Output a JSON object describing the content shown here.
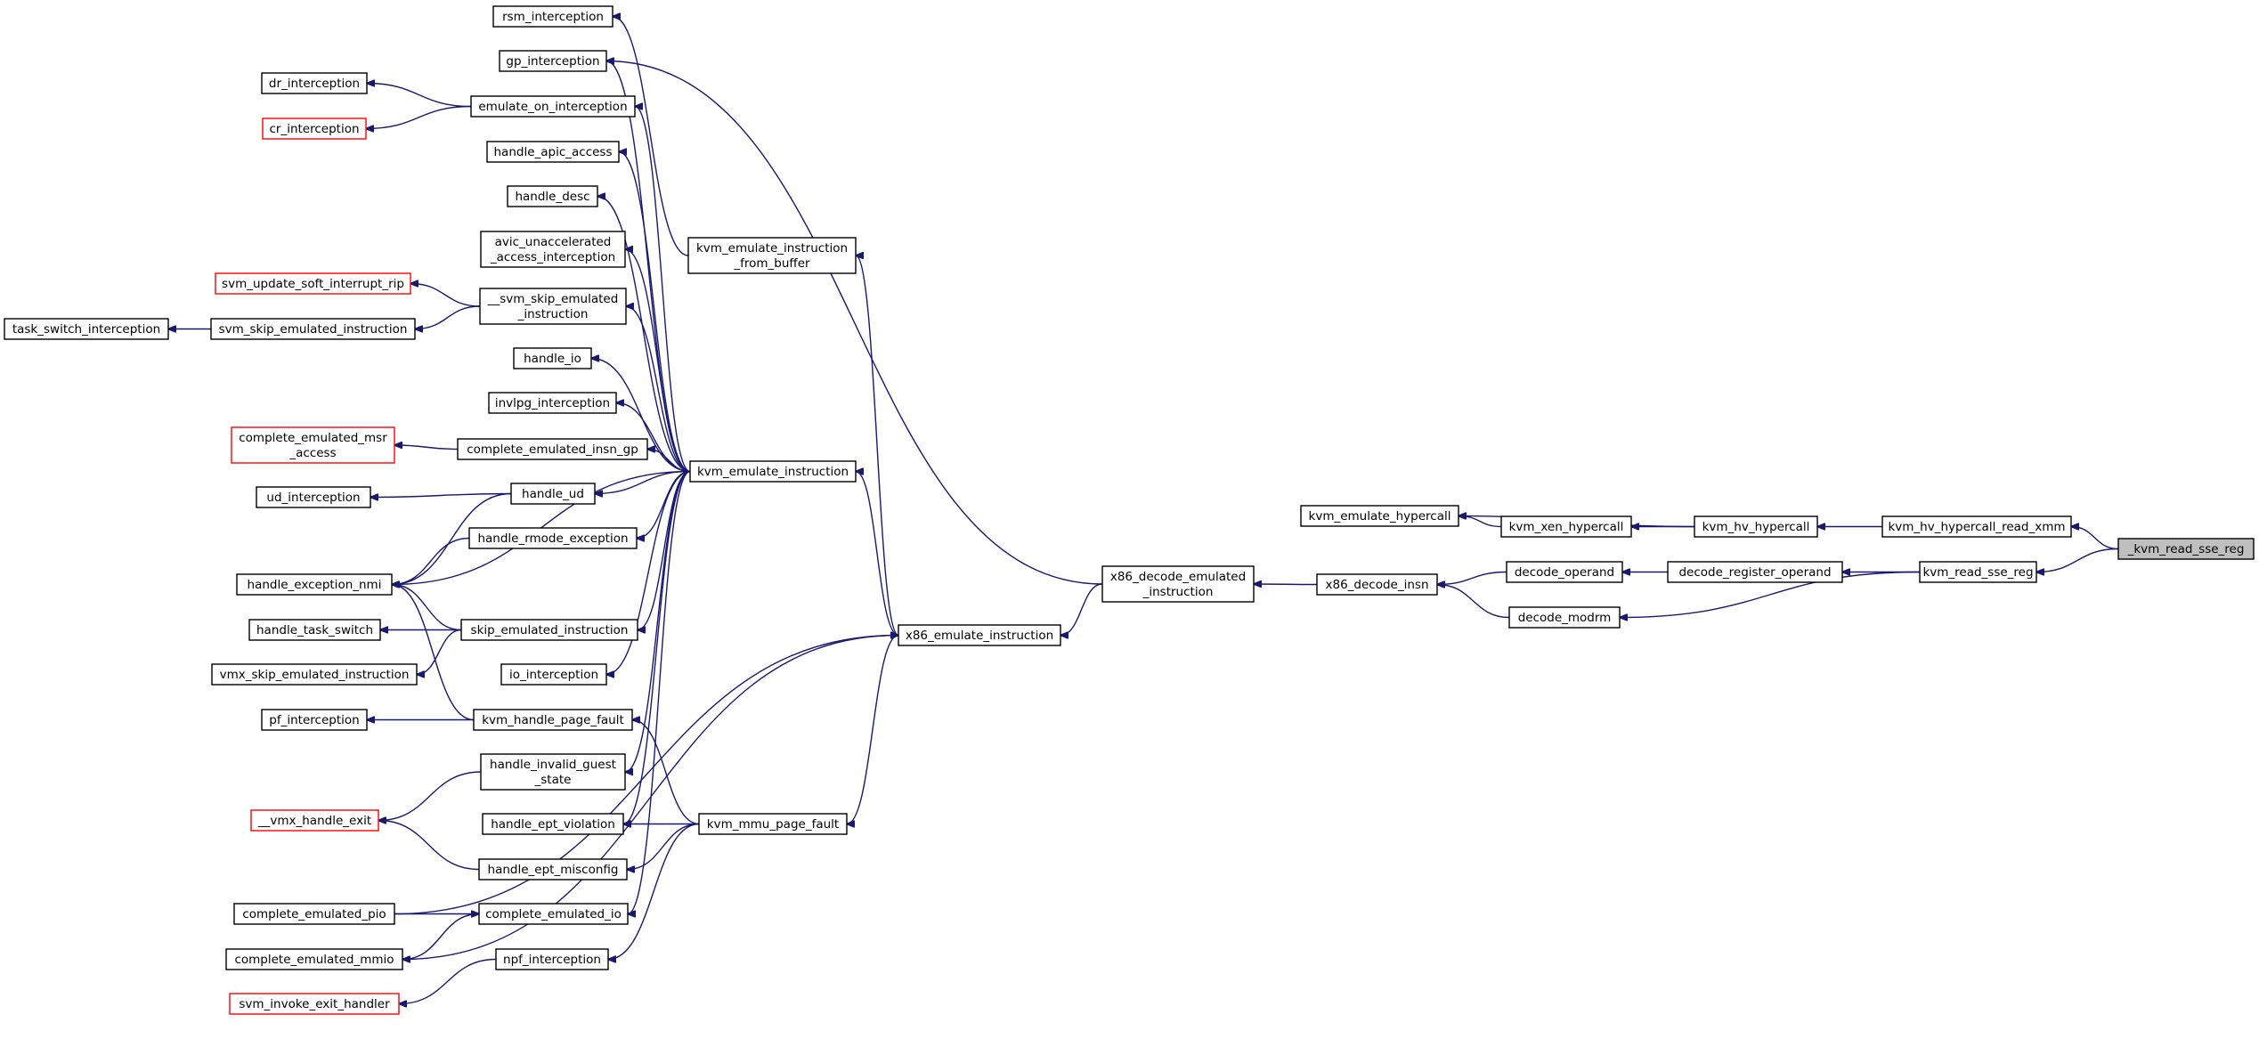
{
  "diagram": {
    "title": "",
    "edge_color": "#191970",
    "root_fill": "#bfbfbf",
    "red_border": "#ff0000",
    "nodes": [
      {
        "id": "kvm_read_sse_reg_root",
        "lines": [
          "_kvm_read_sse_reg"
        ],
        "style": "root"
      },
      {
        "id": "kvm_hv_hypercall_read_xmm",
        "lines": [
          "kvm_hv_hypercall_read_xmm"
        ],
        "style": "normal"
      },
      {
        "id": "kvm_read_sse_reg",
        "lines": [
          "kvm_read_sse_reg"
        ],
        "style": "normal"
      },
      {
        "id": "kvm_hv_hypercall",
        "lines": [
          "kvm_hv_hypercall"
        ],
        "style": "normal"
      },
      {
        "id": "kvm_xen_hypercall",
        "lines": [
          "kvm_xen_hypercall"
        ],
        "style": "normal"
      },
      {
        "id": "kvm_emulate_hypercall",
        "lines": [
          "kvm_emulate_hypercall"
        ],
        "style": "normal"
      },
      {
        "id": "decode_register_operand",
        "lines": [
          "decode_register_operand"
        ],
        "style": "normal"
      },
      {
        "id": "decode_operand",
        "lines": [
          "decode_operand"
        ],
        "style": "normal"
      },
      {
        "id": "decode_modrm",
        "lines": [
          "decode_modrm"
        ],
        "style": "normal"
      },
      {
        "id": "x86_decode_insn",
        "lines": [
          "x86_decode_insn"
        ],
        "style": "normal"
      },
      {
        "id": "x86_decode_emulated_instruction",
        "lines": [
          "x86_decode_emulated",
          "_instruction"
        ],
        "style": "normal"
      },
      {
        "id": "x86_emulate_instruction",
        "lines": [
          "x86_emulate_instruction"
        ],
        "style": "normal"
      },
      {
        "id": "kvm_emulate_instruction_from_buffer",
        "lines": [
          "kvm_emulate_instruction",
          "_from_buffer"
        ],
        "style": "normal"
      },
      {
        "id": "kvm_emulate_instruction",
        "lines": [
          "kvm_emulate_instruction"
        ],
        "style": "normal"
      },
      {
        "id": "kvm_mmu_page_fault",
        "lines": [
          "kvm_mmu_page_fault"
        ],
        "style": "normal"
      },
      {
        "id": "rsm_interception",
        "lines": [
          "rsm_interception"
        ],
        "style": "normal"
      },
      {
        "id": "gp_interception",
        "lines": [
          "gp_interception"
        ],
        "style": "normal"
      },
      {
        "id": "emulate_on_interception",
        "lines": [
          "emulate_on_interception"
        ],
        "style": "normal"
      },
      {
        "id": "dr_interception",
        "lines": [
          "dr_interception"
        ],
        "style": "normal"
      },
      {
        "id": "cr_interception",
        "lines": [
          "cr_interception"
        ],
        "style": "red"
      },
      {
        "id": "handle_apic_access",
        "lines": [
          "handle_apic_access"
        ],
        "style": "normal"
      },
      {
        "id": "handle_desc",
        "lines": [
          "handle_desc"
        ],
        "style": "normal"
      },
      {
        "id": "avic_unaccelerated_access_interception",
        "lines": [
          "avic_unaccelerated",
          "_access_interception"
        ],
        "style": "normal"
      },
      {
        "id": "svm_skip_emulated_instruction_internal",
        "lines": [
          "__svm_skip_emulated",
          "_instruction"
        ],
        "style": "normal"
      },
      {
        "id": "svm_update_soft_interrupt_rip",
        "lines": [
          "svm_update_soft_interrupt_rip"
        ],
        "style": "red"
      },
      {
        "id": "svm_skip_emulated_instruction",
        "lines": [
          "svm_skip_emulated_instruction"
        ],
        "style": "normal"
      },
      {
        "id": "task_switch_interception",
        "lines": [
          "task_switch_interception"
        ],
        "style": "normal"
      },
      {
        "id": "handle_io",
        "lines": [
          "handle_io"
        ],
        "style": "normal"
      },
      {
        "id": "invlpg_interception",
        "lines": [
          "invlpg_interception"
        ],
        "style": "normal"
      },
      {
        "id": "complete_emulated_msr_access",
        "lines": [
          "complete_emulated_msr",
          "_access"
        ],
        "style": "red"
      },
      {
        "id": "complete_emulated_insn_gp",
        "lines": [
          "complete_emulated_insn_gp"
        ],
        "style": "normal"
      },
      {
        "id": "ud_interception",
        "lines": [
          "ud_interception"
        ],
        "style": "normal"
      },
      {
        "id": "handle_ud",
        "lines": [
          "handle_ud"
        ],
        "style": "normal"
      },
      {
        "id": "handle_rmode_exception",
        "lines": [
          "handle_rmode_exception"
        ],
        "style": "normal"
      },
      {
        "id": "handle_exception_nmi",
        "lines": [
          "handle_exception_nmi"
        ],
        "style": "normal"
      },
      {
        "id": "handle_task_switch",
        "lines": [
          "handle_task_switch"
        ],
        "style": "normal"
      },
      {
        "id": "skip_emulated_instruction",
        "lines": [
          "skip_emulated_instruction"
        ],
        "style": "normal"
      },
      {
        "id": "vmx_skip_emulated_instruction",
        "lines": [
          "vmx_skip_emulated_instruction"
        ],
        "style": "normal"
      },
      {
        "id": "io_interception",
        "lines": [
          "io_interception"
        ],
        "style": "normal"
      },
      {
        "id": "pf_interception",
        "lines": [
          "pf_interception"
        ],
        "style": "normal"
      },
      {
        "id": "kvm_handle_page_fault",
        "lines": [
          "kvm_handle_page_fault"
        ],
        "style": "normal"
      },
      {
        "id": "handle_invalid_guest_state",
        "lines": [
          "handle_invalid_guest",
          "_state"
        ],
        "style": "normal"
      },
      {
        "id": "vmx_handle_exit",
        "lines": [
          "__vmx_handle_exit"
        ],
        "style": "red"
      },
      {
        "id": "handle_ept_violation",
        "lines": [
          "handle_ept_violation"
        ],
        "style": "normal"
      },
      {
        "id": "handle_ept_misconfig",
        "lines": [
          "handle_ept_misconfig"
        ],
        "style": "normal"
      },
      {
        "id": "complete_emulated_pio",
        "lines": [
          "complete_emulated_pio"
        ],
        "style": "normal"
      },
      {
        "id": "complete_emulated_io",
        "lines": [
          "complete_emulated_io"
        ],
        "style": "normal"
      },
      {
        "id": "complete_emulated_mmio",
        "lines": [
          "complete_emulated_mmio"
        ],
        "style": "normal"
      },
      {
        "id": "npf_interception",
        "lines": [
          "npf_interception"
        ],
        "style": "normal"
      },
      {
        "id": "svm_invoke_exit_handler",
        "lines": [
          "svm_invoke_exit_handler"
        ],
        "style": "red"
      }
    ],
    "edges": [
      [
        "kvm_hv_hypercall_read_xmm",
        "kvm_read_sse_reg_root"
      ],
      [
        "kvm_read_sse_reg",
        "kvm_read_sse_reg_root"
      ],
      [
        "kvm_hv_hypercall",
        "kvm_hv_hypercall_read_xmm"
      ],
      [
        "kvm_xen_hypercall",
        "kvm_hv_hypercall"
      ],
      [
        "kvm_emulate_hypercall",
        "kvm_hv_hypercall"
      ],
      [
        "kvm_emulate_hypercall",
        "kvm_xen_hypercall"
      ],
      [
        "decode_register_operand",
        "kvm_read_sse_reg"
      ],
      [
        "decode_modrm",
        "kvm_read_sse_reg"
      ],
      [
        "decode_operand",
        "decode_register_operand"
      ],
      [
        "x86_decode_insn",
        "decode_operand"
      ],
      [
        "x86_decode_insn",
        "decode_modrm"
      ],
      [
        "x86_decode_emulated_instruction",
        "x86_decode_insn"
      ],
      [
        "x86_emulate_instruction",
        "x86_decode_emulated_instruction"
      ],
      [
        "gp_interception",
        "x86_decode_emulated_instruction"
      ],
      [
        "kvm_emulate_instruction_from_buffer",
        "x86_emulate_instruction"
      ],
      [
        "kvm_emulate_instruction",
        "x86_emulate_instruction"
      ],
      [
        "kvm_mmu_page_fault",
        "x86_emulate_instruction"
      ],
      [
        "rsm_interception",
        "kvm_emulate_instruction_from_buffer"
      ],
      [
        "gp_interception",
        "kvm_emulate_instruction"
      ],
      [
        "emulate_on_interception",
        "kvm_emulate_instruction"
      ],
      [
        "handle_apic_access",
        "kvm_emulate_instruction"
      ],
      [
        "handle_desc",
        "kvm_emulate_instruction"
      ],
      [
        "avic_unaccelerated_access_interception",
        "kvm_emulate_instruction"
      ],
      [
        "svm_skip_emulated_instruction_internal",
        "kvm_emulate_instruction"
      ],
      [
        "handle_io",
        "kvm_emulate_instruction"
      ],
      [
        "invlpg_interception",
        "kvm_emulate_instruction"
      ],
      [
        "complete_emulated_insn_gp",
        "kvm_emulate_instruction"
      ],
      [
        "handle_ud",
        "kvm_emulate_instruction"
      ],
      [
        "handle_rmode_exception",
        "kvm_emulate_instruction"
      ],
      [
        "handle_exception_nmi",
        "kvm_emulate_instruction"
      ],
      [
        "skip_emulated_instruction",
        "kvm_emulate_instruction"
      ],
      [
        "io_interception",
        "kvm_emulate_instruction"
      ],
      [
        "handle_invalid_guest_state",
        "kvm_emulate_instruction"
      ],
      [
        "handle_ept_violation",
        "kvm_emulate_instruction"
      ],
      [
        "complete_emulated_io",
        "kvm_emulate_instruction"
      ],
      [
        "dr_interception",
        "emulate_on_interception"
      ],
      [
        "cr_interception",
        "emulate_on_interception"
      ],
      [
        "svm_update_soft_interrupt_rip",
        "svm_skip_emulated_instruction_internal"
      ],
      [
        "svm_skip_emulated_instruction",
        "svm_skip_emulated_instruction_internal"
      ],
      [
        "task_switch_interception",
        "svm_skip_emulated_instruction"
      ],
      [
        "complete_emulated_msr_access",
        "complete_emulated_insn_gp"
      ],
      [
        "ud_interception",
        "handle_ud"
      ],
      [
        "handle_exception_nmi",
        "handle_ud"
      ],
      [
        "handle_exception_nmi",
        "handle_rmode_exception"
      ],
      [
        "handle_exception_nmi",
        "skip_emulated_instruction"
      ],
      [
        "handle_exception_nmi",
        "kvm_handle_page_fault"
      ],
      [
        "handle_task_switch",
        "skip_emulated_instruction"
      ],
      [
        "vmx_skip_emulated_instruction",
        "skip_emulated_instruction"
      ],
      [
        "pf_interception",
        "kvm_handle_page_fault"
      ],
      [
        "kvm_handle_page_fault",
        "kvm_mmu_page_fault"
      ],
      [
        "vmx_handle_exit",
        "handle_invalid_guest_state"
      ],
      [
        "vmx_handle_exit",
        "handle_ept_misconfig"
      ],
      [
        "handle_ept_violation",
        "kvm_mmu_page_fault"
      ],
      [
        "handle_ept_misconfig",
        "kvm_mmu_page_fault"
      ],
      [
        "npf_interception",
        "kvm_mmu_page_fault"
      ],
      [
        "complete_emulated_io",
        "complete_emulated_pio"
      ],
      [
        "complete_emulated_mmio",
        "complete_emulated_io"
      ],
      [
        "svm_invoke_exit_handler",
        "npf_interception"
      ],
      [
        "x86_emulate_instruction",
        "complete_emulated_pio"
      ],
      [
        "x86_emulate_instruction",
        "complete_emulated_mmio"
      ]
    ]
  }
}
